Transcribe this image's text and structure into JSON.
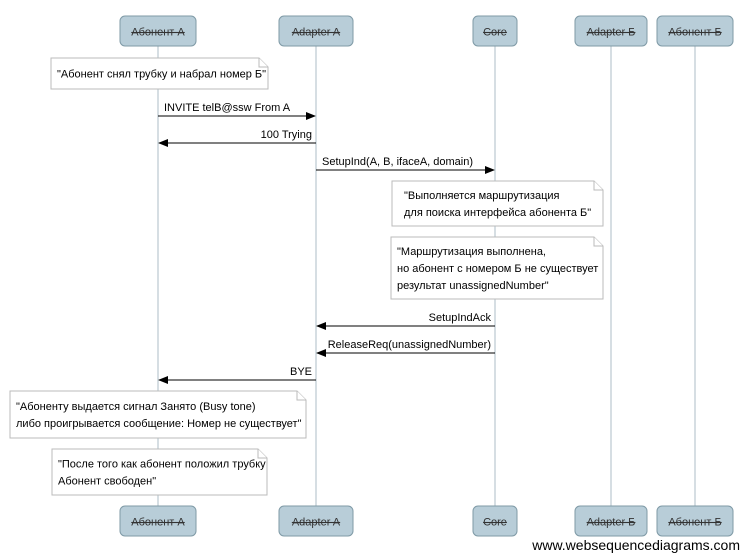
{
  "participants": [
    {
      "id": "abonentA",
      "label": "Абонент А"
    },
    {
      "id": "adapterA",
      "label": "Adapter A"
    },
    {
      "id": "core",
      "label": "Core"
    },
    {
      "id": "adapterB",
      "label": "Adapter Б"
    },
    {
      "id": "abonentB",
      "label": "Абонент Б"
    }
  ],
  "events": [
    {
      "kind": "note",
      "over": "abonentA",
      "lines": [
        "\"Абонент снял трубку и набрал номер Б\""
      ]
    },
    {
      "kind": "message",
      "from": "abonentA",
      "to": "adapterA",
      "label": "INVITE telB@ssw From A"
    },
    {
      "kind": "message",
      "from": "adapterA",
      "to": "abonentA",
      "label": "100 Trying"
    },
    {
      "kind": "message",
      "from": "adapterA",
      "to": "core",
      "label": "SetupInd(A, B, ifaceA, domain)"
    },
    {
      "kind": "note",
      "over": "core",
      "lines": [
        "\"Выполняется маршрутизация",
        "для поиска интерфейса абонента Б\""
      ]
    },
    {
      "kind": "note",
      "over": "core",
      "lines": [
        "\"Маршрутизация выполнена,",
        "но абонент с номером Б не существует",
        "результат unassignedNumber\""
      ]
    },
    {
      "kind": "message",
      "from": "core",
      "to": "adapterA",
      "label": "SetupIndAck"
    },
    {
      "kind": "message",
      "from": "core",
      "to": "adapterA",
      "label": "ReleaseReq(unassignedNumber)"
    },
    {
      "kind": "message",
      "from": "adapterA",
      "to": "abonentA",
      "label": "BYE"
    },
    {
      "kind": "note",
      "over": "abonentA",
      "lines": [
        "\"Абоненту выдается сигнал Занято (Busy tone)",
        "либо проигрывается сообщение: Номер не существует\""
      ]
    },
    {
      "kind": "note",
      "over": "abonentA",
      "lines": [
        "\"После того как абонент положил трубку",
        "Абонент свободен\""
      ]
    }
  ],
  "watermark": "www.websequencediagrams.com"
}
